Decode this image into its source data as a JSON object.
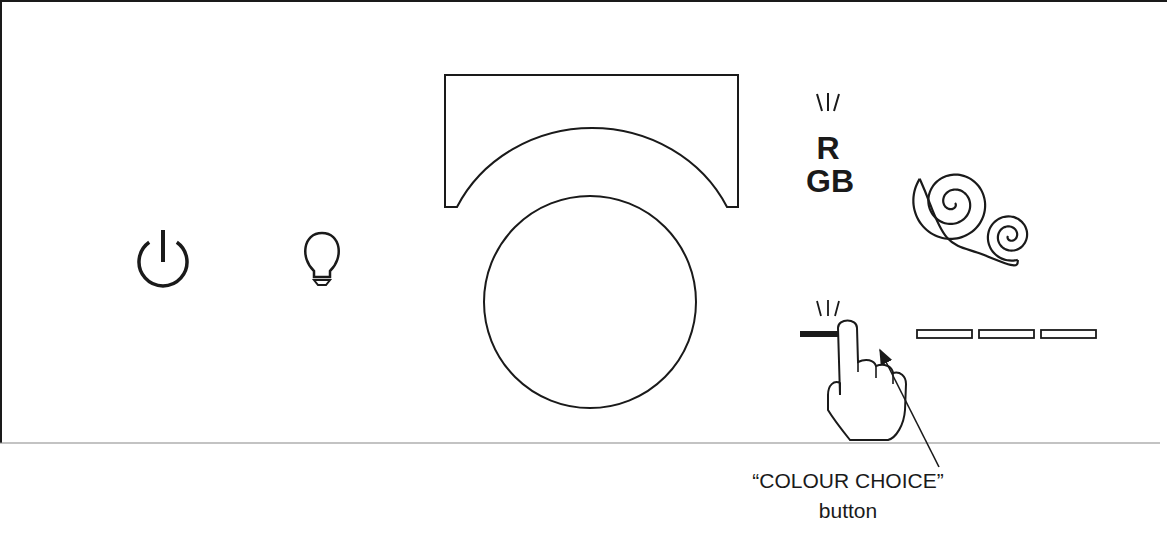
{
  "diagram": {
    "labels": [
      "R",
      "GB",
      "“COLOUR CHOICE” button"
    ]
  }
}
